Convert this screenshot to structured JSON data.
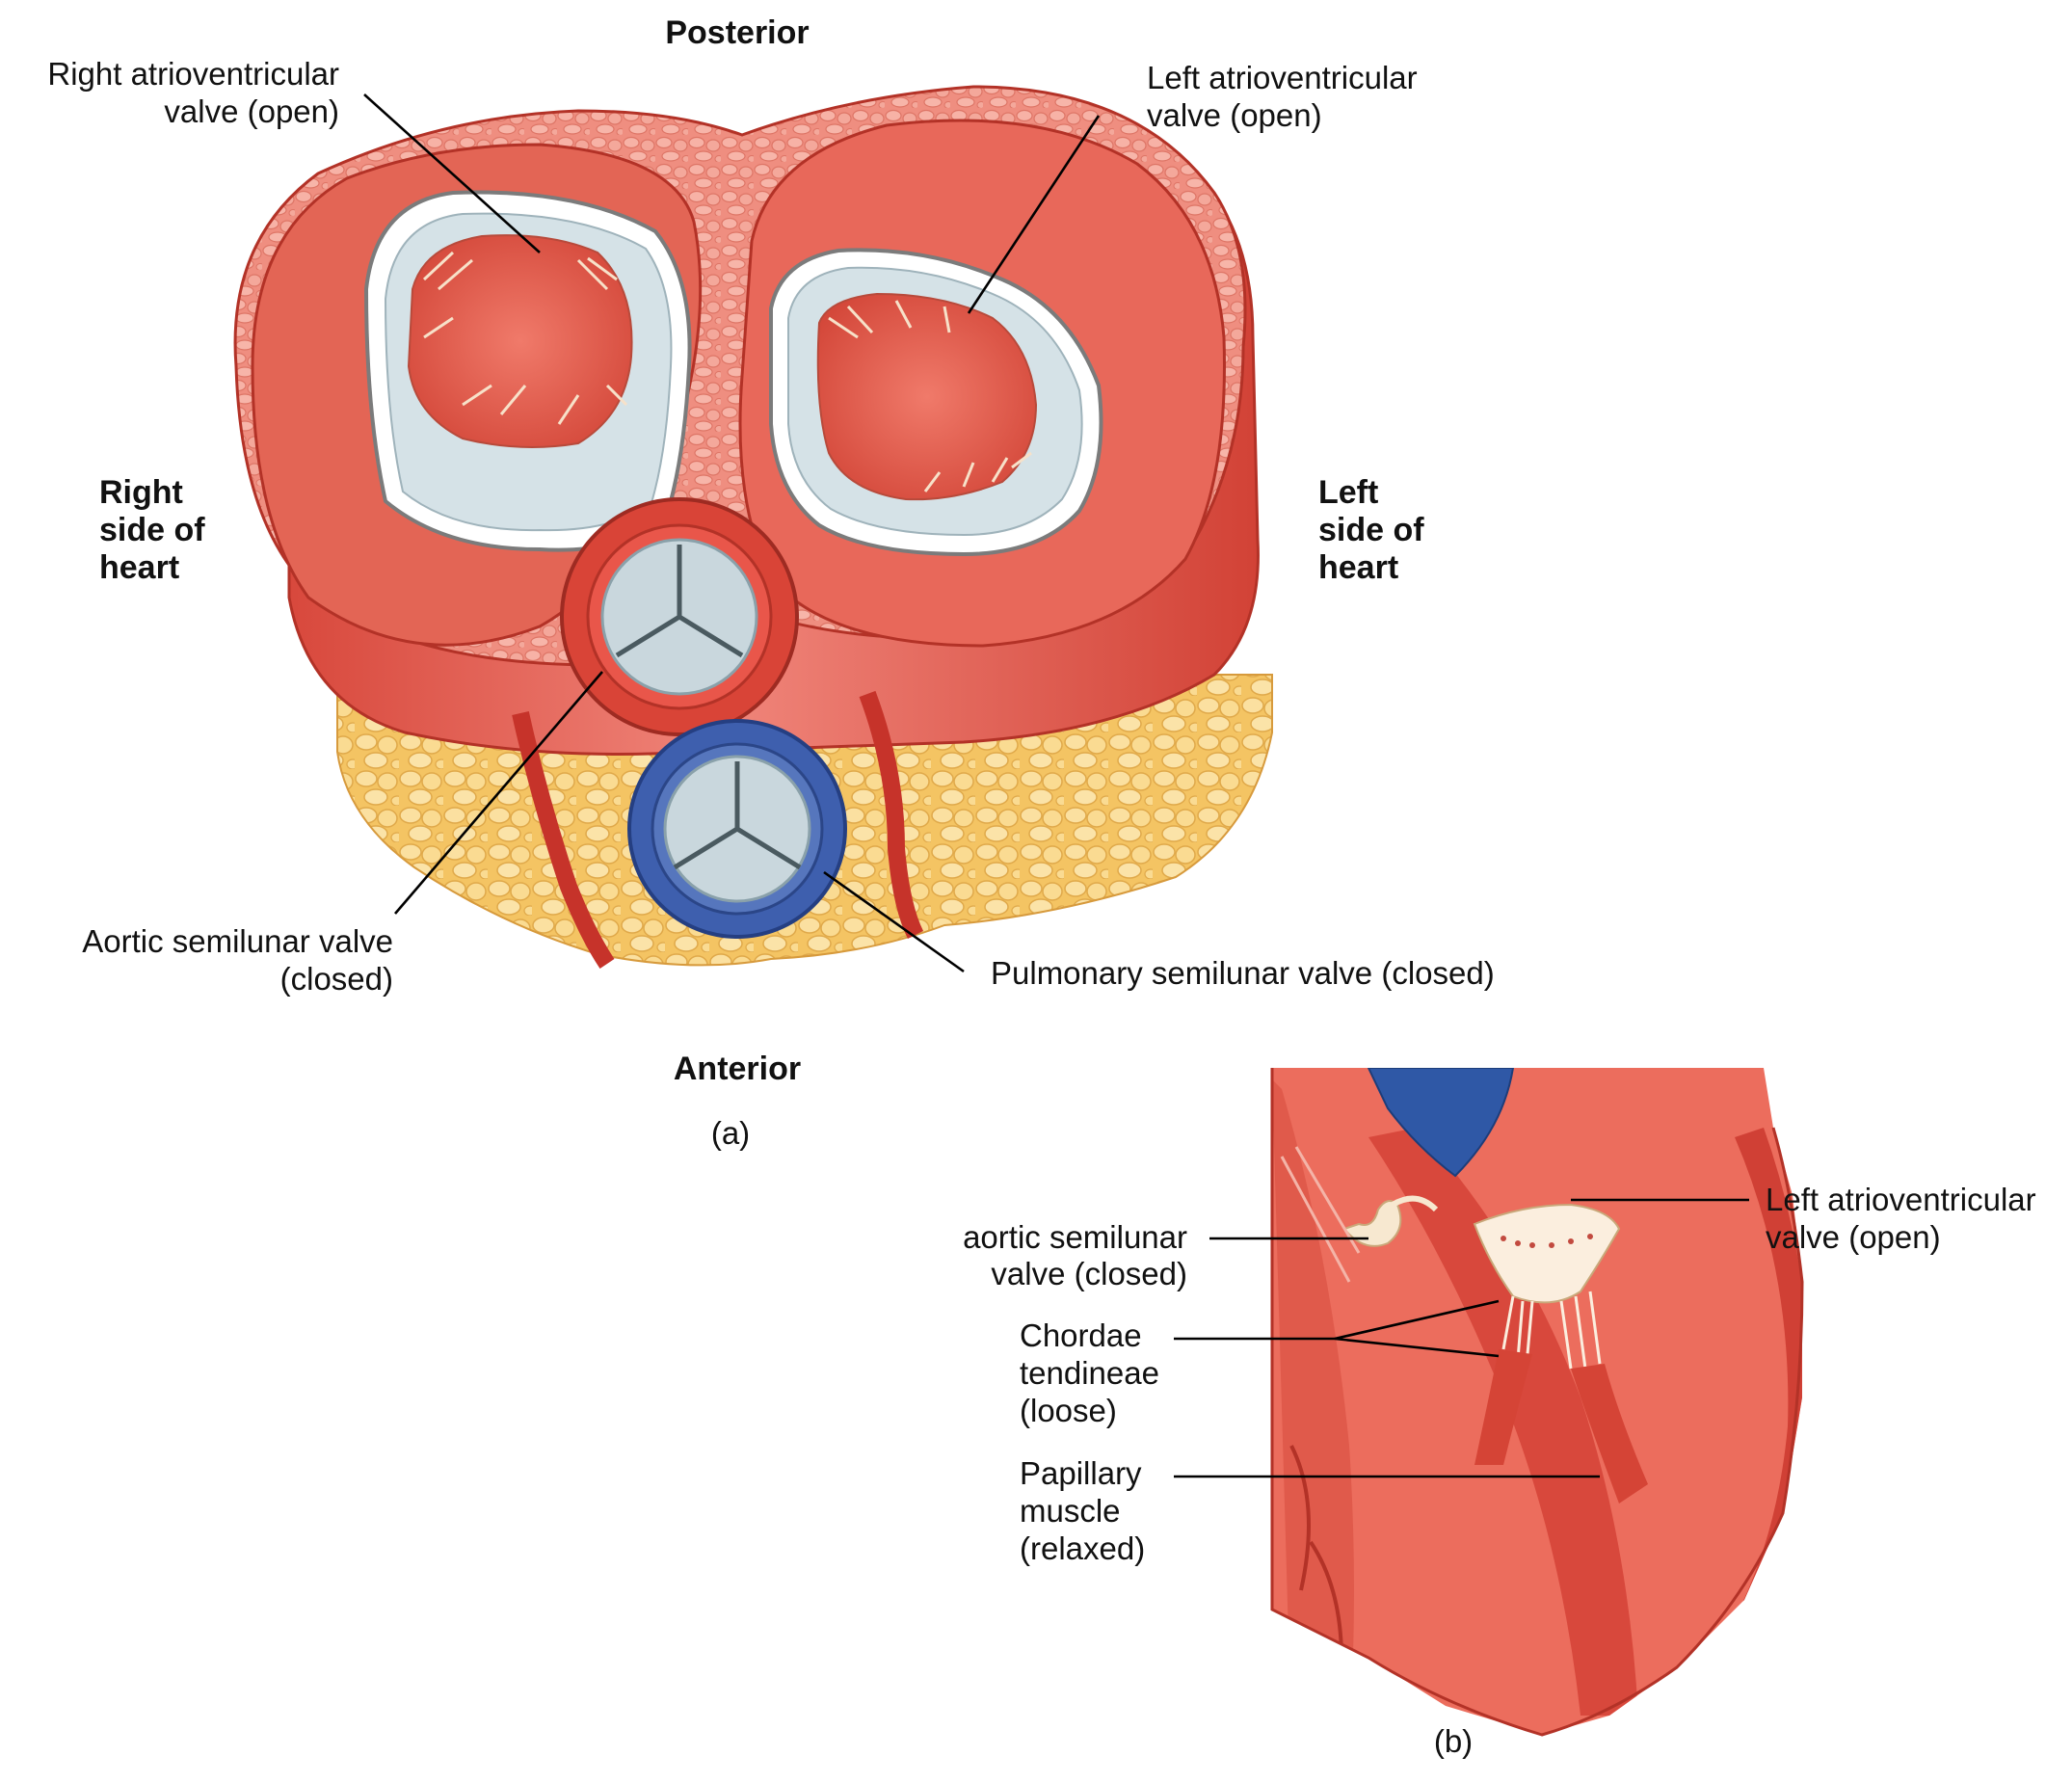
{
  "figure_a": {
    "orientation": {
      "top": "Posterior",
      "bottom": "Anterior",
      "right_side": [
        "Right",
        "side of",
        "heart"
      ],
      "left_side": [
        "Left",
        "side of",
        "heart"
      ]
    },
    "labels": {
      "right_av_valve": [
        "Right atrioventricular",
        "valve (open)"
      ],
      "left_av_valve": [
        "Left atrioventricular",
        "valve (open)"
      ],
      "aortic_valve": [
        "Aortic semilunar valve",
        "(closed)"
      ],
      "pulmonary_valve": "Pulmonary semilunar valve (closed)"
    },
    "caption": "(a)"
  },
  "figure_b": {
    "labels": {
      "aortic_valve": [
        "aortic semilunar",
        "valve (closed)"
      ],
      "chordae": [
        "Chordae",
        "tendineae",
        "(loose)"
      ],
      "papillary": [
        "Papillary",
        "muscle",
        "(relaxed)"
      ],
      "left_av_valve": [
        "Left atrioventricular",
        "valve (open)"
      ]
    },
    "caption": "(b)"
  },
  "colors": {
    "muscle": "#e8685a",
    "muscle_dark": "#c93a30",
    "muscle_light": "#f49a8c",
    "fat": "#f7d27a",
    "valve": "#d6e3e8",
    "pulmonary_ring": "#3e5fae",
    "aorta_blue": "#2f58a6"
  }
}
